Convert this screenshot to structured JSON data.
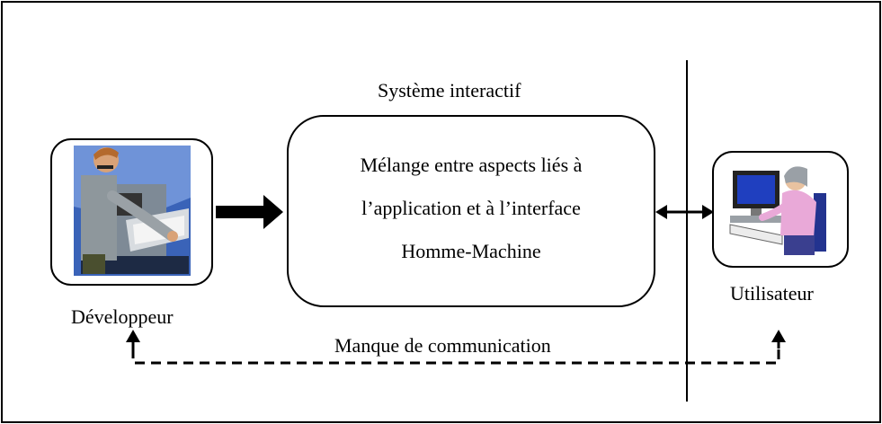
{
  "diagram": {
    "system_title": "Système interactif",
    "system_box_lines": [
      "Mélange entre aspects liés à",
      "l’application et à l’interface",
      "Homme-Machine"
    ],
    "developer_label": "Développeur",
    "user_label": "Utilisateur",
    "communication_label": "Manque de communication",
    "developer_icon": "developer-at-computer-icon",
    "user_icon": "user-at-computer-icon"
  }
}
